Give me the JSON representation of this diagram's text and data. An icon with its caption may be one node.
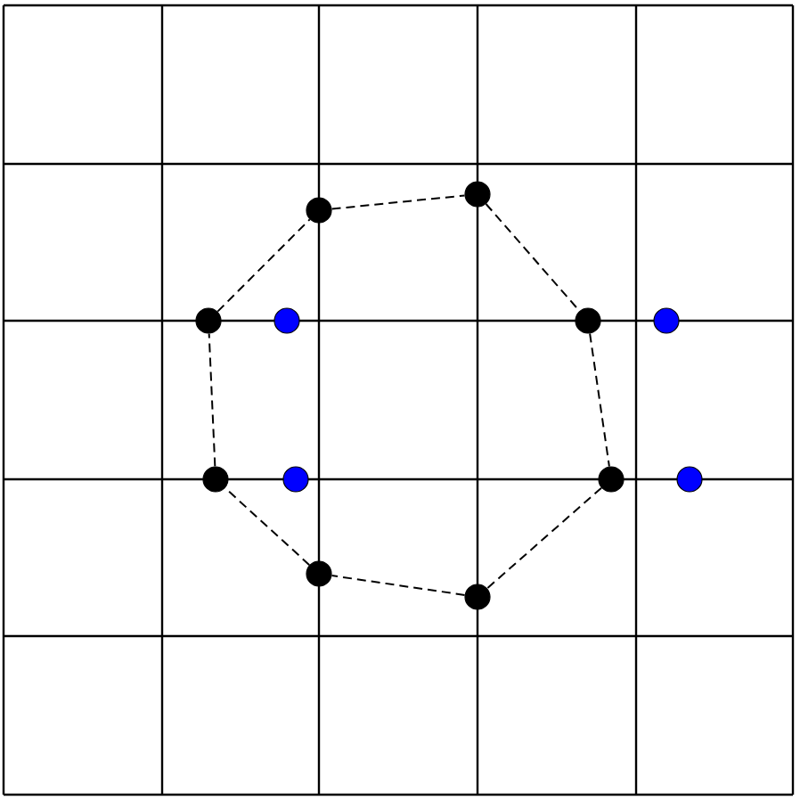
{
  "diagram": {
    "nodes": [
      {
        "text": [],
        "shape": "circle"
      },
      {
        "text": [],
        "shape": "circle"
      },
      {
        "text": [],
        "shape": "circle"
      },
      {
        "text": [],
        "shape": "circle"
      },
      {
        "text": [],
        "shape": "circle"
      },
      {
        "text": [],
        "shape": "circle"
      },
      {
        "text": [],
        "shape": "circle"
      },
      {
        "text": [],
        "shape": "circle"
      },
      {
        "text": [],
        "shape": "circle"
      },
      {
        "text": [],
        "shape": "circle"
      },
      {
        "text": [],
        "shape": "circle"
      },
      {
        "text": [],
        "shape": "circle"
      }
    ],
    "edges": [
      {
        "from": 1,
        "to": 0,
        "arrow": "none",
        "style": "dashed"
      },
      {
        "from": 0,
        "to": 4,
        "arrow": "none",
        "style": "dashed"
      },
      {
        "from": 4,
        "to": 8,
        "arrow": "none",
        "style": "dashed"
      },
      {
        "from": 8,
        "to": 11,
        "arrow": "none",
        "style": "dashed"
      },
      {
        "from": 11,
        "to": 10,
        "arrow": "none",
        "style": "dashed"
      },
      {
        "from": 10,
        "to": 6,
        "arrow": "none",
        "style": "dashed"
      },
      {
        "from": 6,
        "to": 2,
        "arrow": "none",
        "style": "dashed"
      },
      {
        "from": 2,
        "to": 1,
        "arrow": "none",
        "style": "dashed"
      }
    ]
  }
}
